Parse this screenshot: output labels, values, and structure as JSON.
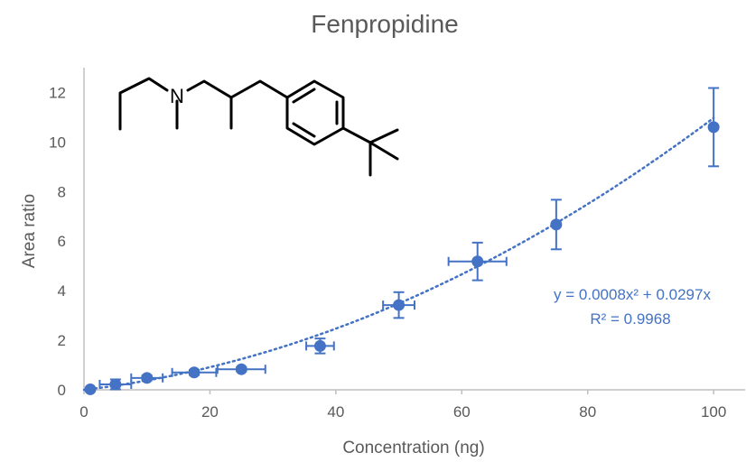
{
  "chart_data": {
    "type": "scatter",
    "title": "Fenpropidine",
    "xlabel": "Concentration (ng)",
    "ylabel": "Area ratio",
    "xlim": [
      0,
      105
    ],
    "ylim": [
      0,
      13
    ],
    "x_ticks": [
      0,
      20,
      40,
      60,
      80,
      100
    ],
    "y_ticks": [
      0,
      2,
      4,
      6,
      8,
      10,
      12
    ],
    "x_tick_labels": [
      "0",
      "20",
      "40",
      "60",
      "80",
      "100"
    ],
    "y_tick_labels": [
      "0",
      "2",
      "4",
      "6",
      "8",
      "10",
      "12"
    ],
    "grid": false,
    "colors": {
      "series": "#4472C4",
      "axis": "#BFBFBF",
      "text": "#595959",
      "structure": "#000000"
    },
    "series": [
      {
        "x": [
          1,
          5,
          10,
          17.5,
          25,
          37.5,
          50,
          62.5,
          75,
          100
        ],
        "y": [
          0.02,
          0.22,
          0.48,
          0.7,
          0.83,
          1.77,
          3.42,
          5.18,
          6.67,
          10.6
        ],
        "x_error": [
          0,
          2.5,
          2.5,
          3.5,
          3.8,
          2.2,
          2.5,
          4.6,
          0,
          0
        ],
        "y_error": [
          0,
          0.2,
          0.1,
          0.1,
          0.08,
          0.3,
          0.52,
          0.76,
          1.0,
          1.58
        ]
      }
    ],
    "trendline": {
      "type": "polynomial",
      "coefficients": {
        "a2": 0.0008,
        "a1": 0.0297,
        "a0": 0
      },
      "equation_text": "y = 0.0008x² + 0.0297x",
      "r2_text": "R² = 0.9968",
      "style": "dotted"
    },
    "inset": {
      "description_icon": "chemical-structure-icon"
    }
  }
}
